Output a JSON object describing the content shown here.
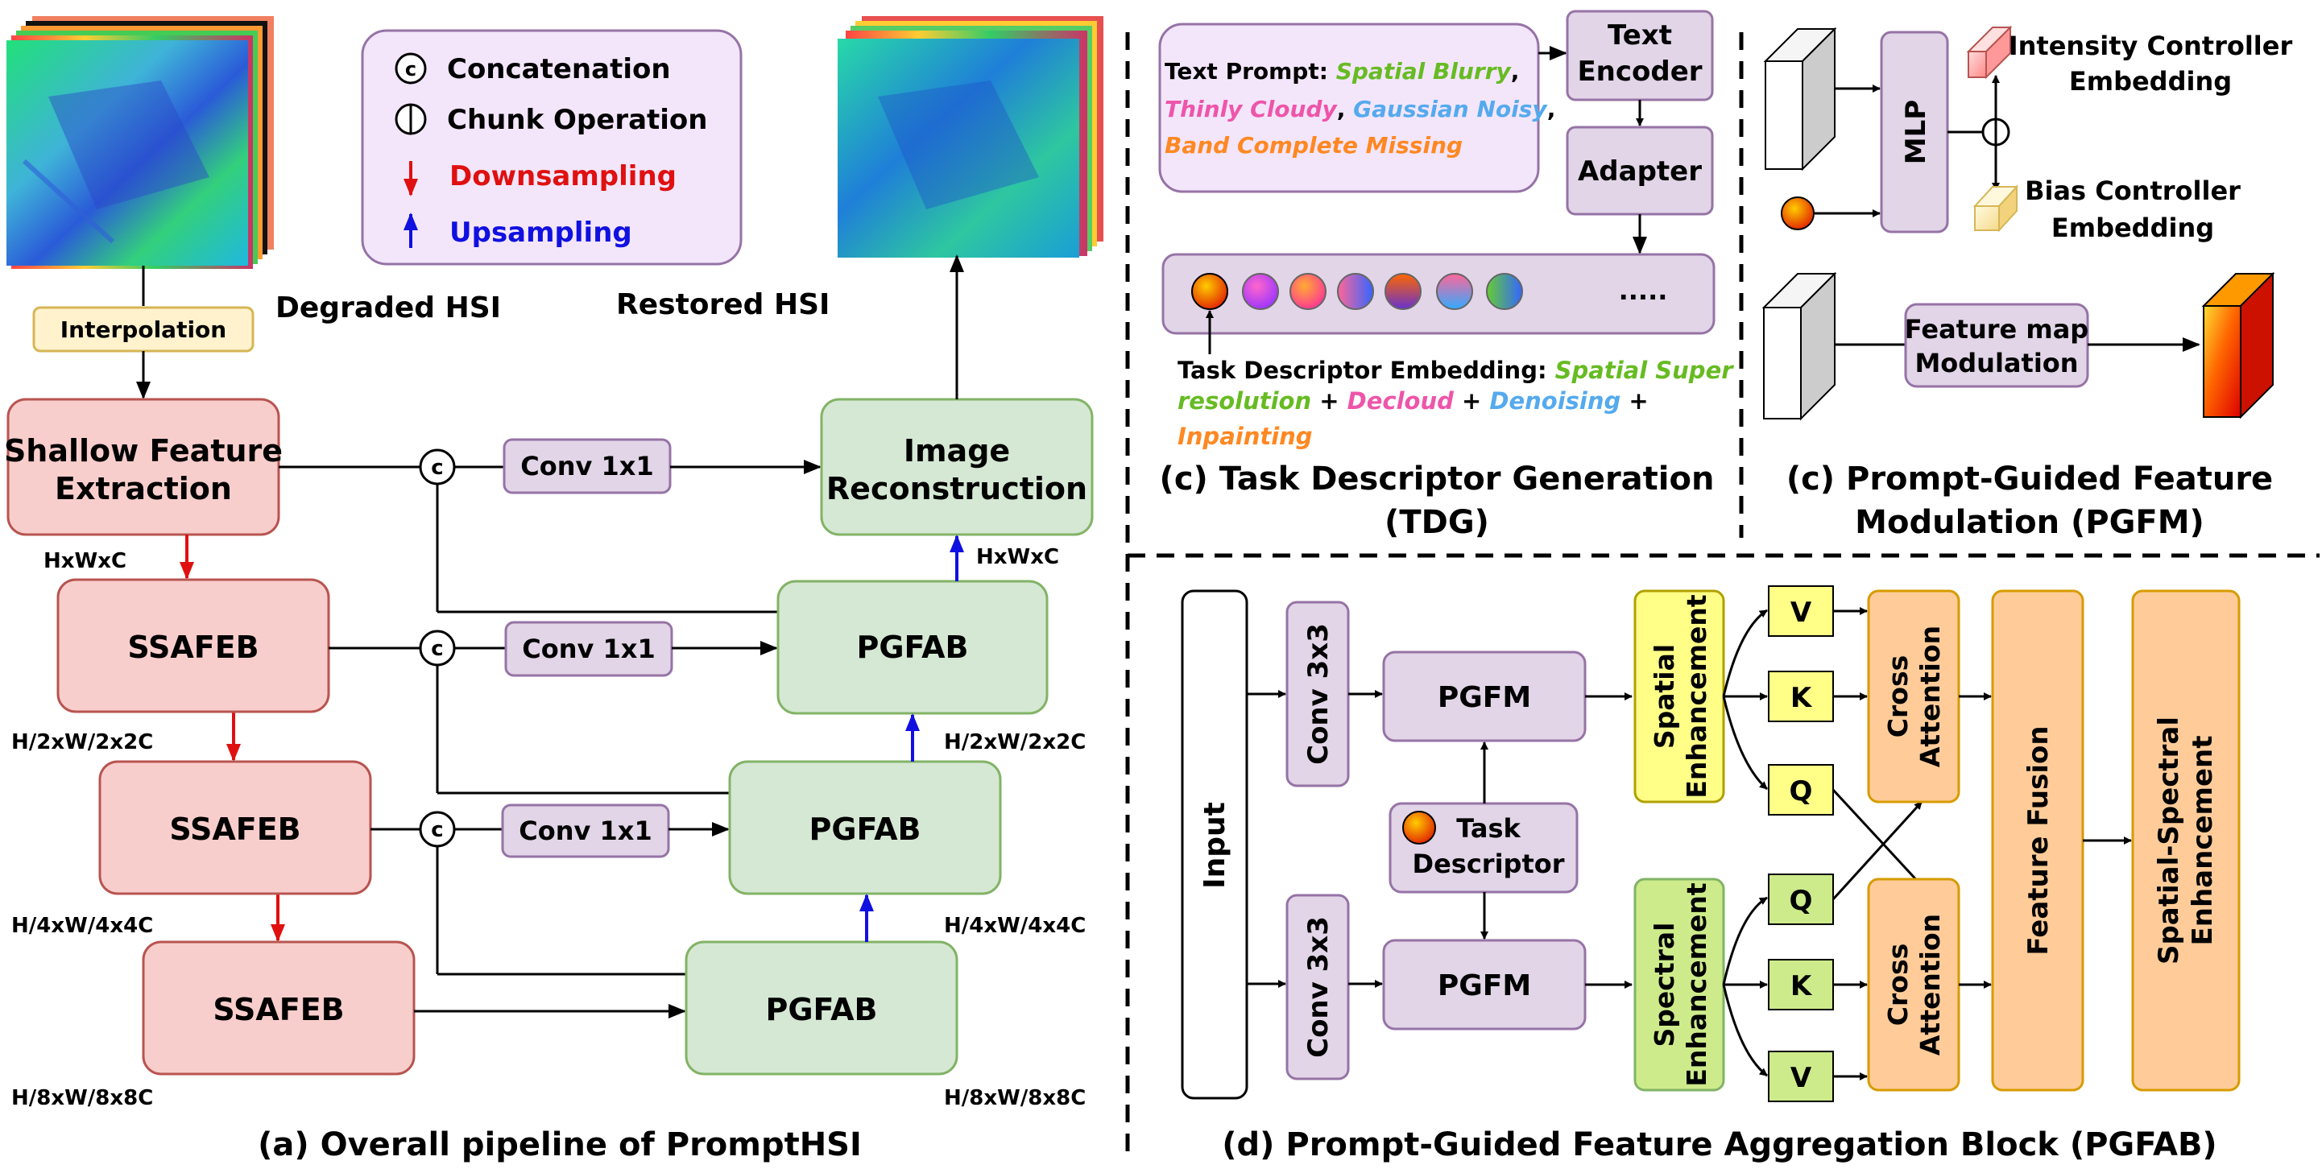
{
  "pipeline": {
    "legend": {
      "concat_symbol": "c",
      "concat_label": "Concatenation",
      "chunk_label": "Chunk Operation",
      "down_label": "Downsampling",
      "up_label": "Upsampling"
    },
    "interpolation": "Interpolation",
    "degraded": "Degraded HSI",
    "restored": "Restored HSI",
    "shallow": [
      "Shallow Feature",
      "Extraction"
    ],
    "recon": [
      "Image",
      "Reconstruction"
    ],
    "ssafeb": "SSAFEB",
    "pgfab": "PGFAB",
    "conv1": "Conv 1x1",
    "concat_sym": "c",
    "dims": {
      "d0": "HxWxC",
      "d1": "H/2xW/2x2C",
      "d2": "H/4xW/4x4C",
      "d3": "H/8xW/8x8C"
    },
    "caption": "(a) Overall pipeline of PromptHSI"
  },
  "tdg": {
    "prompt_prefix": "Text Prompt: ",
    "p1": "Spatial Blurry",
    "p2": "Thinly Cloudy",
    "p3": "Gaussian Noisy",
    "p4": "Band Complete Missing",
    "comma": ",",
    "encoder": [
      "Text",
      "Encoder"
    ],
    "adapter": "Adapter",
    "dots": ".....",
    "desc_prefix": "Task Descriptor Embedding: ",
    "t1a": "Spatial Super",
    "t1b": "resolution",
    "t2": "Decloud",
    "t3": "Denoising",
    "t4": "Inpainting",
    "plus": "+",
    "caption1": "(c) Task Descriptor Generation",
    "caption2": "(TDG)"
  },
  "pgfm": {
    "mlp": "MLP",
    "intensity": [
      "Intensity Controller",
      "Embedding"
    ],
    "bias": [
      "Bias Controller",
      "Embedding"
    ],
    "modulation": [
      "Feature map",
      "Modulation"
    ],
    "caption1": "(c) Prompt-Guided Feature",
    "caption2": "Modulation (PGFM)"
  },
  "pgfab": {
    "input": "Input",
    "conv3": "Conv 3x3",
    "pgfm": "PGFM",
    "task": [
      "Task",
      "Descriptor"
    ],
    "spatial_enh": [
      "Spatial",
      "Enhancement"
    ],
    "spectral_enh": [
      "Spectral",
      "Enhancement"
    ],
    "v": "V",
    "k": "K",
    "q": "Q",
    "cross": [
      "Cross",
      "Attention"
    ],
    "fusion": "Feature Fusion",
    "ss_enh": [
      "Spatial-Spectral",
      "Enhancement"
    ],
    "caption": "(d) Prompt-Guided Feature Aggregation Block (PGFAB)"
  },
  "colors": {
    "pink": "#f4cccc",
    "pink_stroke": "#b85450",
    "green": "#d5e8d4",
    "green_stroke": "#82b366",
    "purple": "#e1d5e7",
    "purple_stroke": "#9673a6",
    "yellow": "#ffff88",
    "lime": "#cdeb8b",
    "orange": "#ffcc99",
    "red": "#e01010",
    "blue": "#1010e0"
  }
}
